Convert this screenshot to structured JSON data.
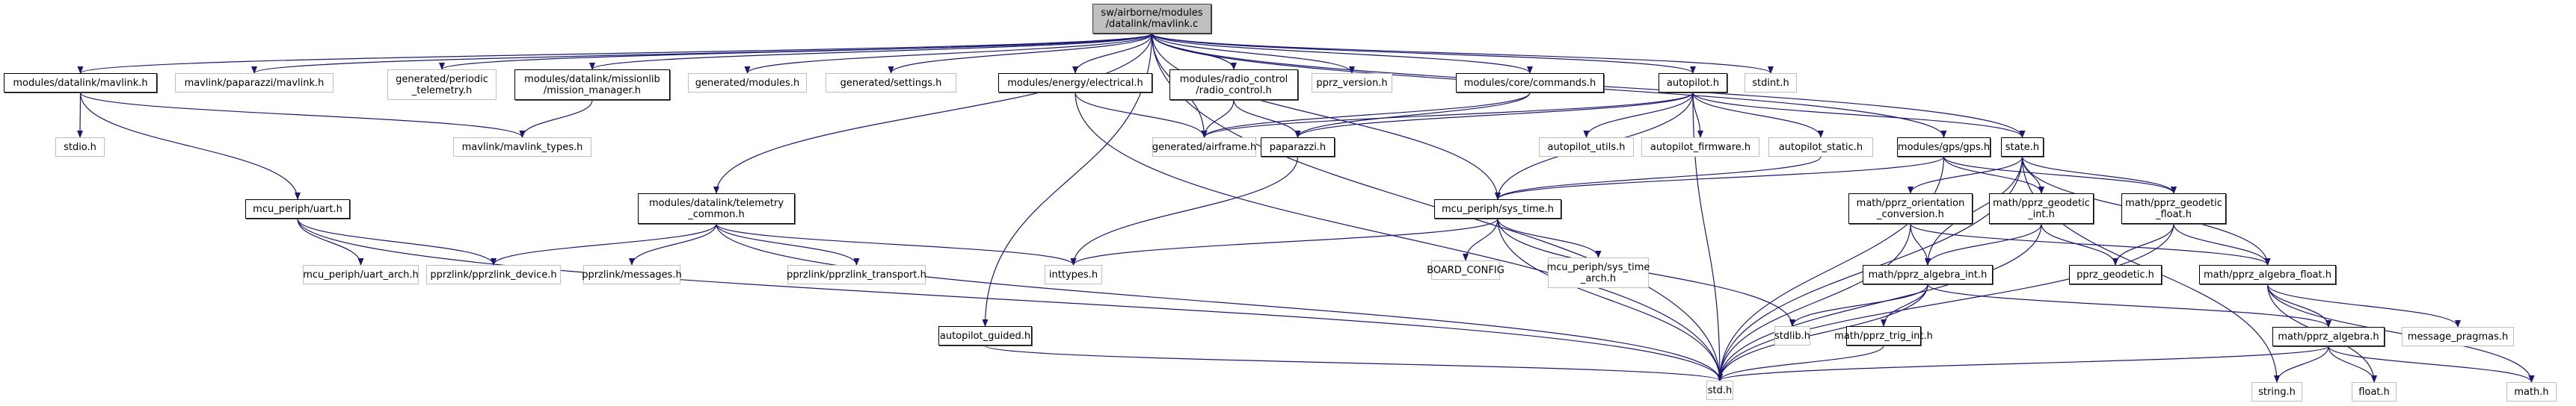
{
  "graph": {
    "title": "Include dependency graph for mavlink.c",
    "edge_color": "#191970",
    "root_fill": "#bfbfbf",
    "nodes": [
      {
        "id": "root",
        "label": "sw/airborne/modules\n/datalink/mavlink.c",
        "kind": "root"
      },
      {
        "id": "mavlink_h",
        "label": "modules/datalink/mavlink.h",
        "kind": "documented"
      },
      {
        "id": "paparazzi_mavlink",
        "label": "mavlink/paparazzi/mavlink.h",
        "kind": "external"
      },
      {
        "id": "periodic_telemetry",
        "label": "generated/periodic\n_telemetry.h",
        "kind": "external"
      },
      {
        "id": "mission_manager",
        "label": "modules/datalink/missionlib\n/mission_manager.h",
        "kind": "documented"
      },
      {
        "id": "gen_modules",
        "label": "generated/modules.h",
        "kind": "external"
      },
      {
        "id": "gen_settings",
        "label": "generated/settings.h",
        "kind": "external"
      },
      {
        "id": "electrical",
        "label": "modules/energy/electrical.h",
        "kind": "documented"
      },
      {
        "id": "radio_control",
        "label": "modules/radio_control\n/radio_control.h",
        "kind": "documented"
      },
      {
        "id": "pprz_version",
        "label": "pprz_version.h",
        "kind": "external"
      },
      {
        "id": "commands",
        "label": "modules/core/commands.h",
        "kind": "documented"
      },
      {
        "id": "autopilot",
        "label": "autopilot.h",
        "kind": "documented"
      },
      {
        "id": "stdint",
        "label": "stdint.h",
        "kind": "external"
      },
      {
        "id": "stdio",
        "label": "stdio.h",
        "kind": "external"
      },
      {
        "id": "mavlink_types",
        "label": "mavlink/mavlink_types.h",
        "kind": "external"
      },
      {
        "id": "airframe",
        "label": "generated/airframe.h",
        "kind": "external"
      },
      {
        "id": "paparazzi",
        "label": "paparazzi.h",
        "kind": "documented"
      },
      {
        "id": "autopilot_utils",
        "label": "autopilot_utils.h",
        "kind": "external"
      },
      {
        "id": "autopilot_firmware",
        "label": "autopilot_firmware.h",
        "kind": "external"
      },
      {
        "id": "autopilot_static",
        "label": "autopilot_static.h",
        "kind": "external"
      },
      {
        "id": "gps",
        "label": "modules/gps/gps.h",
        "kind": "documented"
      },
      {
        "id": "state",
        "label": "state.h",
        "kind": "documented"
      },
      {
        "id": "uart",
        "label": "mcu_periph/uart.h",
        "kind": "documented"
      },
      {
        "id": "telemetry_common",
        "label": "modules/datalink/telemetry\n_common.h",
        "kind": "documented"
      },
      {
        "id": "sys_time",
        "label": "mcu_periph/sys_time.h",
        "kind": "documented"
      },
      {
        "id": "orientation_conv",
        "label": "math/pprz_orientation\n_conversion.h",
        "kind": "documented"
      },
      {
        "id": "geodetic_int",
        "label": "math/pprz_geodetic\n_int.h",
        "kind": "documented"
      },
      {
        "id": "geodetic_float",
        "label": "math/pprz_geodetic\n_float.h",
        "kind": "documented"
      },
      {
        "id": "uart_arch",
        "label": "mcu_periph/uart_arch.h",
        "kind": "external"
      },
      {
        "id": "pprzlink_device",
        "label": "pprzlink/pprzlink_device.h",
        "kind": "external"
      },
      {
        "id": "pprzlink_messages",
        "label": "pprzlink/messages.h",
        "kind": "external"
      },
      {
        "id": "pprzlink_transport",
        "label": "pprzlink/pprzlink_transport.h",
        "kind": "external"
      },
      {
        "id": "inttypes",
        "label": "inttypes.h",
        "kind": "external"
      },
      {
        "id": "board_config",
        "label": "BOARD_CONFIG",
        "kind": "external"
      },
      {
        "id": "sys_time_arch",
        "label": "mcu_periph/sys_time\n_arch.h",
        "kind": "external"
      },
      {
        "id": "algebra_int",
        "label": "math/pprz_algebra_int.h",
        "kind": "documented"
      },
      {
        "id": "pprz_geodetic",
        "label": "pprz_geodetic.h",
        "kind": "documented"
      },
      {
        "id": "algebra_float",
        "label": "math/pprz_algebra_float.h",
        "kind": "documented"
      },
      {
        "id": "autopilot_guided",
        "label": "autopilot_guided.h",
        "kind": "documented"
      },
      {
        "id": "stdlib",
        "label": "stdlib.h",
        "kind": "external"
      },
      {
        "id": "trig_int",
        "label": "math/pprz_trig_int.h",
        "kind": "documented"
      },
      {
        "id": "algebra",
        "label": "math/pprz_algebra.h",
        "kind": "documented"
      },
      {
        "id": "message_pragmas",
        "label": "message_pragmas.h",
        "kind": "external"
      },
      {
        "id": "std",
        "label": "std.h",
        "kind": "external"
      },
      {
        "id": "string",
        "label": "string.h",
        "kind": "external"
      },
      {
        "id": "float",
        "label": "float.h",
        "kind": "external"
      },
      {
        "id": "math",
        "label": "math.h",
        "kind": "external"
      }
    ],
    "edges": [
      [
        "root",
        "mavlink_h"
      ],
      [
        "root",
        "paparazzi_mavlink"
      ],
      [
        "root",
        "periodic_telemetry"
      ],
      [
        "root",
        "mission_manager"
      ],
      [
        "root",
        "gen_modules"
      ],
      [
        "root",
        "gen_settings"
      ],
      [
        "root",
        "electrical"
      ],
      [
        "root",
        "radio_control"
      ],
      [
        "root",
        "pprz_version"
      ],
      [
        "root",
        "commands"
      ],
      [
        "root",
        "autopilot"
      ],
      [
        "root",
        "stdint"
      ],
      [
        "root",
        "telemetry_common"
      ],
      [
        "root",
        "airframe"
      ],
      [
        "root",
        "autopilot_guided"
      ],
      [
        "root",
        "gps"
      ],
      [
        "root",
        "state"
      ],
      [
        "root",
        "sys_time"
      ],
      [
        "root",
        "std"
      ],
      [
        "mavlink_h",
        "stdio"
      ],
      [
        "mavlink_h",
        "mavlink_types"
      ],
      [
        "mavlink_h",
        "uart"
      ],
      [
        "mission_manager",
        "mavlink_types"
      ],
      [
        "electrical",
        "airframe"
      ],
      [
        "electrical",
        "std"
      ],
      [
        "radio_control",
        "airframe"
      ],
      [
        "radio_control",
        "paparazzi"
      ],
      [
        "commands",
        "airframe"
      ],
      [
        "commands",
        "paparazzi"
      ],
      [
        "autopilot",
        "airframe"
      ],
      [
        "autopilot",
        "paparazzi"
      ],
      [
        "autopilot",
        "autopilot_utils"
      ],
      [
        "autopilot",
        "autopilot_firmware"
      ],
      [
        "autopilot",
        "autopilot_static"
      ],
      [
        "autopilot",
        "state"
      ],
      [
        "autopilot",
        "std"
      ],
      [
        "autopilot",
        "sys_time"
      ],
      [
        "paparazzi",
        "inttypes"
      ],
      [
        "autopilot_static",
        "sys_time"
      ],
      [
        "gps",
        "std"
      ],
      [
        "gps",
        "geodetic_int"
      ],
      [
        "gps",
        "geodetic_float"
      ],
      [
        "gps",
        "sys_time"
      ],
      [
        "state",
        "std"
      ],
      [
        "state",
        "orientation_conv"
      ],
      [
        "state",
        "geodetic_int"
      ],
      [
        "state",
        "geodetic_float"
      ],
      [
        "state",
        "algebra_int"
      ],
      [
        "state",
        "algebra_float"
      ],
      [
        "state",
        "string"
      ],
      [
        "uart",
        "uart_arch"
      ],
      [
        "uart",
        "pprzlink_device"
      ],
      [
        "uart",
        "std"
      ],
      [
        "telemetry_common",
        "pprzlink_device"
      ],
      [
        "telemetry_common",
        "pprzlink_messages"
      ],
      [
        "telemetry_common",
        "pprzlink_transport"
      ],
      [
        "telemetry_common",
        "std"
      ],
      [
        "telemetry_common",
        "inttypes"
      ],
      [
        "sys_time",
        "inttypes"
      ],
      [
        "sys_time",
        "board_config"
      ],
      [
        "sys_time",
        "sys_time_arch"
      ],
      [
        "sys_time",
        "stdlib"
      ],
      [
        "sys_time",
        "std"
      ],
      [
        "orientation_conv",
        "algebra_int"
      ],
      [
        "orientation_conv",
        "algebra_float"
      ],
      [
        "orientation_conv",
        "std"
      ],
      [
        "geodetic_int",
        "algebra_int"
      ],
      [
        "geodetic_int",
        "pprz_geodetic"
      ],
      [
        "geodetic_int",
        "std"
      ],
      [
        "geodetic_float",
        "pprz_geodetic"
      ],
      [
        "geodetic_float",
        "algebra_float"
      ],
      [
        "geodetic_float",
        "std"
      ],
      [
        "algebra_int",
        "stdlib"
      ],
      [
        "algebra_int",
        "trig_int"
      ],
      [
        "algebra_int",
        "std"
      ],
      [
        "algebra_int",
        "algebra"
      ],
      [
        "trig_int",
        "std"
      ],
      [
        "algebra_float",
        "algebra"
      ],
      [
        "algebra_float",
        "message_pragmas"
      ],
      [
        "algebra_float",
        "float"
      ],
      [
        "algebra_float",
        "math"
      ],
      [
        "algebra",
        "string"
      ],
      [
        "algebra",
        "float"
      ],
      [
        "algebra",
        "math"
      ],
      [
        "algebra",
        "std"
      ],
      [
        "autopilot_guided",
        "std"
      ]
    ]
  }
}
